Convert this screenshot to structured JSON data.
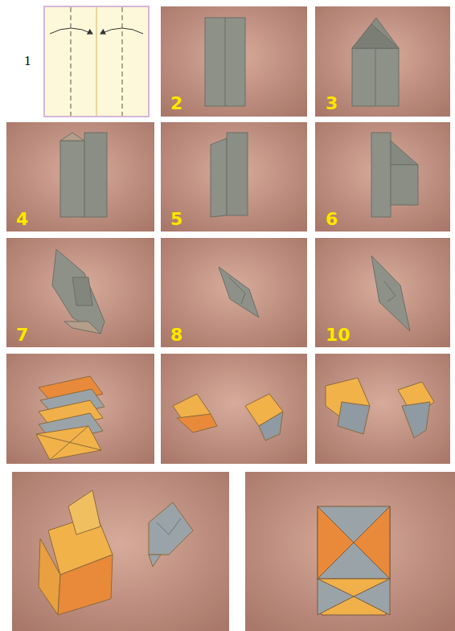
{
  "diagram": {
    "labels": [
      "1",
      "2",
      "3",
      "4",
      "5",
      "6",
      "7",
      "8",
      "10"
    ]
  }
}
